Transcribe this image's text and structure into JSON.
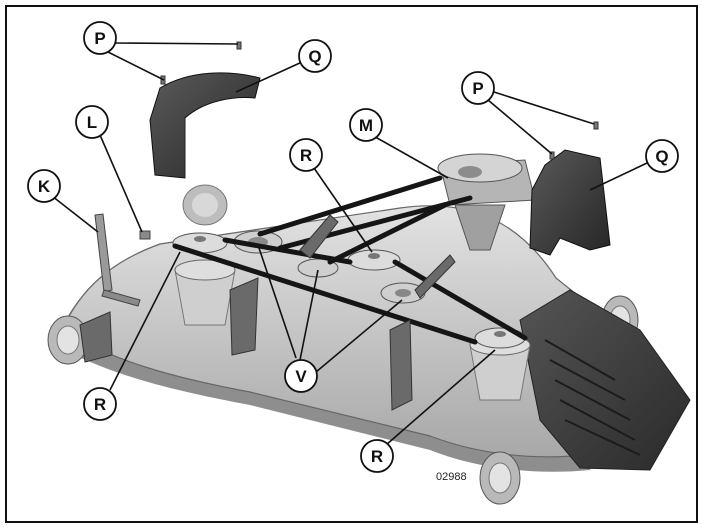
{
  "figure_code": "02988",
  "callouts": {
    "p_top": "P",
    "q_top": "Q",
    "p_right": "P",
    "q_right": "Q",
    "m": "M",
    "l": "L",
    "k": "K",
    "r_mid": "R",
    "r_left": "R",
    "v": "V",
    "r_right": "R"
  },
  "colors": {
    "deck": "#c9c9c9",
    "deck_shadow": "#9a9a9a",
    "cover": "#3c3c3c",
    "belt": "#151515"
  }
}
